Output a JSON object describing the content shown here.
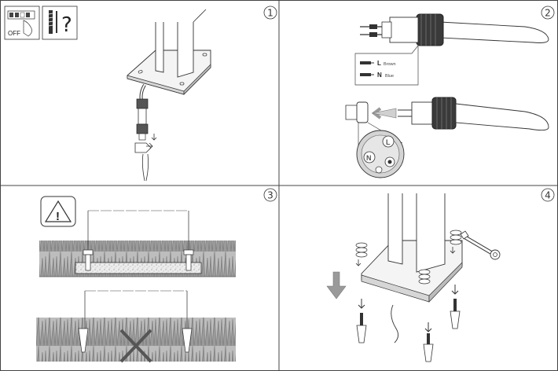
{
  "panels": [
    {
      "number": "1"
    },
    {
      "number": "2"
    },
    {
      "number": "3"
    },
    {
      "number": "4"
    }
  ],
  "safety": {
    "off_label": "OFF",
    "question_mark": "?",
    "warning_symbol": "!"
  },
  "wiring": {
    "live": {
      "code": "L",
      "color": "Brown"
    },
    "neutral": {
      "code": "N",
      "color": "Blue"
    },
    "pins": {
      "live": "L",
      "neutral": "N"
    }
  },
  "colors": {
    "line": "#333333",
    "gray_fill": "#cfcfcf",
    "dark_fill": "#4a4a4a",
    "arrow_gray": "#9a9a9a"
  }
}
